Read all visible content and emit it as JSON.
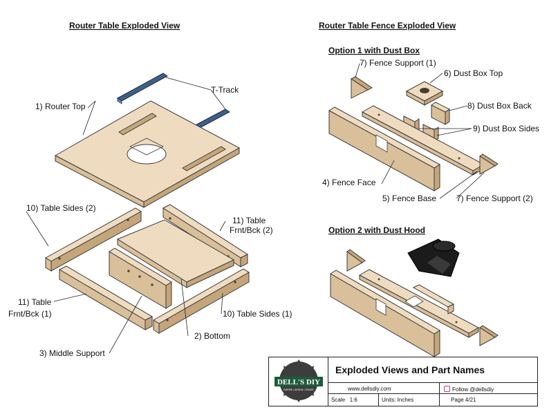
{
  "left_diagram": {
    "heading": "Router Table Exploded View",
    "labels": {
      "router_top": "1)  Router Top",
      "t_track": "T-Track",
      "table_sides_2": "10) Table Sides (2)",
      "table_frnt_bck_2_line1": "11) Table",
      "table_frnt_bck_2_line2": "Frnt/Bck (2)",
      "table_frnt_bck_1_line1": "11) Table",
      "table_frnt_bck_1_line2": "Frnt/Bck (1)",
      "table_sides_1": "10) Table Sides (1)",
      "bottom": "2)  Bottom",
      "middle_support": "3) Middle Support"
    }
  },
  "right_diagram": {
    "heading": "Router Table Fence Exploded View",
    "option1": {
      "heading": "Option 1 with Dust Box",
      "labels": {
        "fence_support_1": "7) Fence Support (1)",
        "dust_box_top": "6) Dust Box Top",
        "dust_box_back": "8) Dust Box Back",
        "dust_box_sides": "9) Dust Box Sides",
        "fence_face": "4) Fence Face",
        "fence_base": "5) Fence Base",
        "fence_support_2": "7) Fence Support (2)"
      }
    },
    "option2": {
      "heading": "Option 2 with Dust Hood"
    }
  },
  "title_block": {
    "logo_text": "DELL'S DIY",
    "logo_tagline": "INSPIRE • DESIGN • CREATE",
    "title": "Exploded Views and Part Names",
    "website": "www.dellsdiy.com",
    "social": "Follow @dellsdiy",
    "scale_label": "Scale",
    "scale_value": "1:6",
    "units": "Units:  Inches",
    "page": "Page 4/21"
  }
}
